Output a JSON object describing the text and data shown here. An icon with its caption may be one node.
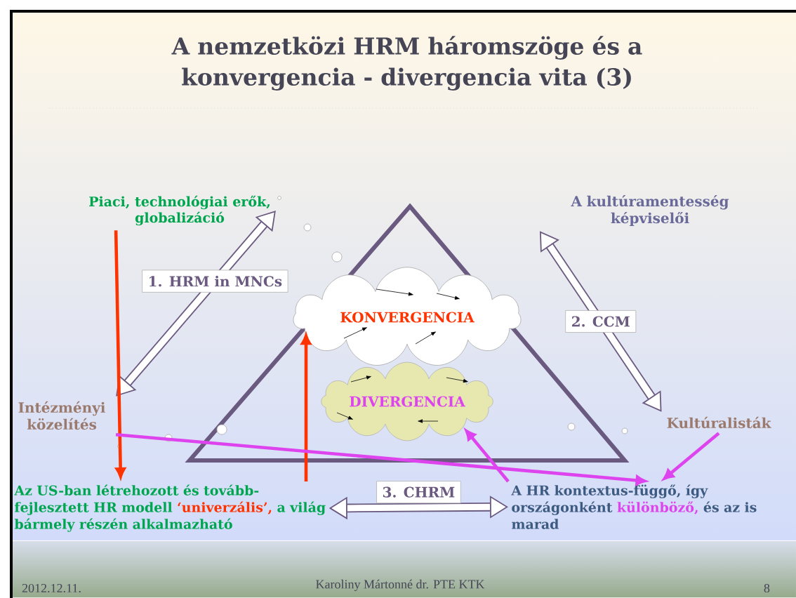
{
  "diagram": {
    "title": "A nemzetközi HRM háromszöge és a konvergencia - divergencia vita (3)",
    "nodes": [
      {
        "text": [
          "Piaci, technológiai erők, globalizáció"
        ]
      },
      {
        "text": [
          "A kultúramentesség képviselői"
        ]
      },
      {
        "text": [
          "Intézményi közelítés"
        ]
      },
      {
        "text": [
          "Kultúralisták"
        ]
      },
      {
        "text": [
          "Az US-ban létrehozott és tovább-fejlesztett HR modell",
          "‘univerzális’,",
          "a világ bármely részén alkalmazható"
        ]
      },
      {
        "text": [
          "A HR kontextus-függő, így országonként",
          "különböző,",
          "és az is marad"
        ]
      },
      {
        "text": [
          "KONVERGENCIA"
        ]
      },
      {
        "text": [
          "DIVERGENCIA"
        ]
      }
    ],
    "edges": [
      {
        "from": 0,
        "to": 2,
        "arrow": "both",
        "label": "1. HRM in MNCs",
        "style": "thick",
        "color": "#6b5a80"
      },
      {
        "from": 1,
        "to": 3,
        "arrow": "both",
        "label": "2. CCM",
        "style": "thick",
        "color": "#6b5a80"
      },
      {
        "from": 4,
        "to": 5,
        "arrow": "both",
        "label": "3. CHRM",
        "style": "thick",
        "color": "#6b5a80"
      },
      {
        "from": 0,
        "to": 4,
        "arrow": "to",
        "color": "#ff3300"
      },
      {
        "from": 4,
        "to": 6,
        "arrow": "to",
        "color": "#ff3300"
      },
      {
        "from": 5,
        "to": 7,
        "arrow": "to",
        "color": "#dd44ee"
      },
      {
        "from": 2,
        "to": 5,
        "arrow": "to",
        "color": "#dd44ee"
      },
      {
        "from": 3,
        "to": 5,
        "arrow": "to",
        "color": "#dd44ee"
      }
    ],
    "labels": [
      "2012.12.11.",
      "Karoliny Mártonné dr. PTE KTK",
      "8"
    ]
  }
}
